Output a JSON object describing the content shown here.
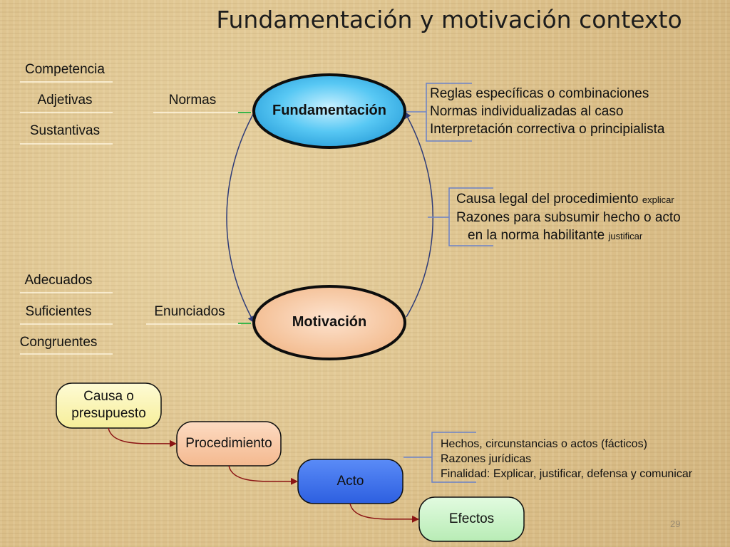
{
  "title": "Fundamentación y motivación contexto",
  "left_top_list": [
    "Competencia",
    "Adjetivas",
    "Sustantivas"
  ],
  "left_bottom_list": [
    "Adecuados",
    "Suficientes",
    "Congruentes"
  ],
  "connector_labels": {
    "top": "Normas",
    "bottom": "Enunciados"
  },
  "ellipses": {
    "fundamentacion": "Fundamentación",
    "motivacion": "Motivación"
  },
  "fundamentacion_items": [
    "Reglas específicas o combinaciones",
    "Normas individualizadas al caso",
    "Interpretación correctiva o principialista"
  ],
  "motivacion_items": {
    "line1": "Causa legal del procedimiento",
    "line1_note": "explicar",
    "line2": "Razones para subsumir hecho o acto",
    "line3": "en la norma habilitante",
    "line3_note": "justificar"
  },
  "flow": {
    "causa": [
      "Causa o",
      "presupuesto"
    ],
    "procedimiento": "Procedimiento",
    "acto": "Acto",
    "efectos": "Efectos"
  },
  "acto_items": [
    "Hechos, circunstancias o actos (fácticos)",
    "Razones jurídicas",
    "Finalidad: Explicar, justificar, defensa y comunicar"
  ],
  "page_number": "29",
  "colors": {
    "fund_fill": "#3cb8ee",
    "motiv_fill": "#f5c49c",
    "causa_fill": "#fbf6b4",
    "proc_fill": "#f8c9a4",
    "acto_fill": "#3f74ec",
    "efectos_fill": "#caf3c9",
    "connector_arrow": "#8b1414",
    "bracket": "#6b82c8"
  }
}
